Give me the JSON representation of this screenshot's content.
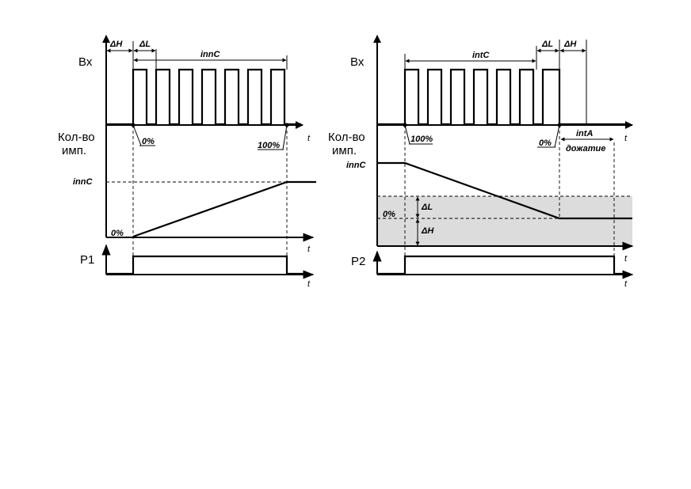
{
  "left": {
    "input_label": "Вх",
    "count_label_line1": "Кол-во",
    "count_label_line2": "имп.",
    "output_label": "Р1",
    "delta_h": "ΔH",
    "delta_l": "ΔL",
    "interval": "innC",
    "level_top": "innC",
    "pct_start": "0%",
    "pct_end": "100%",
    "pct_bottom": "0%",
    "axis_t": "t"
  },
  "right": {
    "input_label": "Вх",
    "count_label_line1": "Кол-во",
    "count_label_line2": "имп.",
    "output_label": "Р2",
    "interval": "intC",
    "delta_l": "ΔL",
    "delta_h": "ΔH",
    "level_top": "innC",
    "pct_start": "100%",
    "pct_end": "0%",
    "pct_mid": "0%",
    "hold_interval": "intA",
    "hold_label": "дожатие",
    "delta_l_band": "ΔL",
    "delta_h_band": "ΔH",
    "axis_t": "t"
  },
  "colors": {
    "line": "#000000",
    "band": "#dcdcdc"
  }
}
